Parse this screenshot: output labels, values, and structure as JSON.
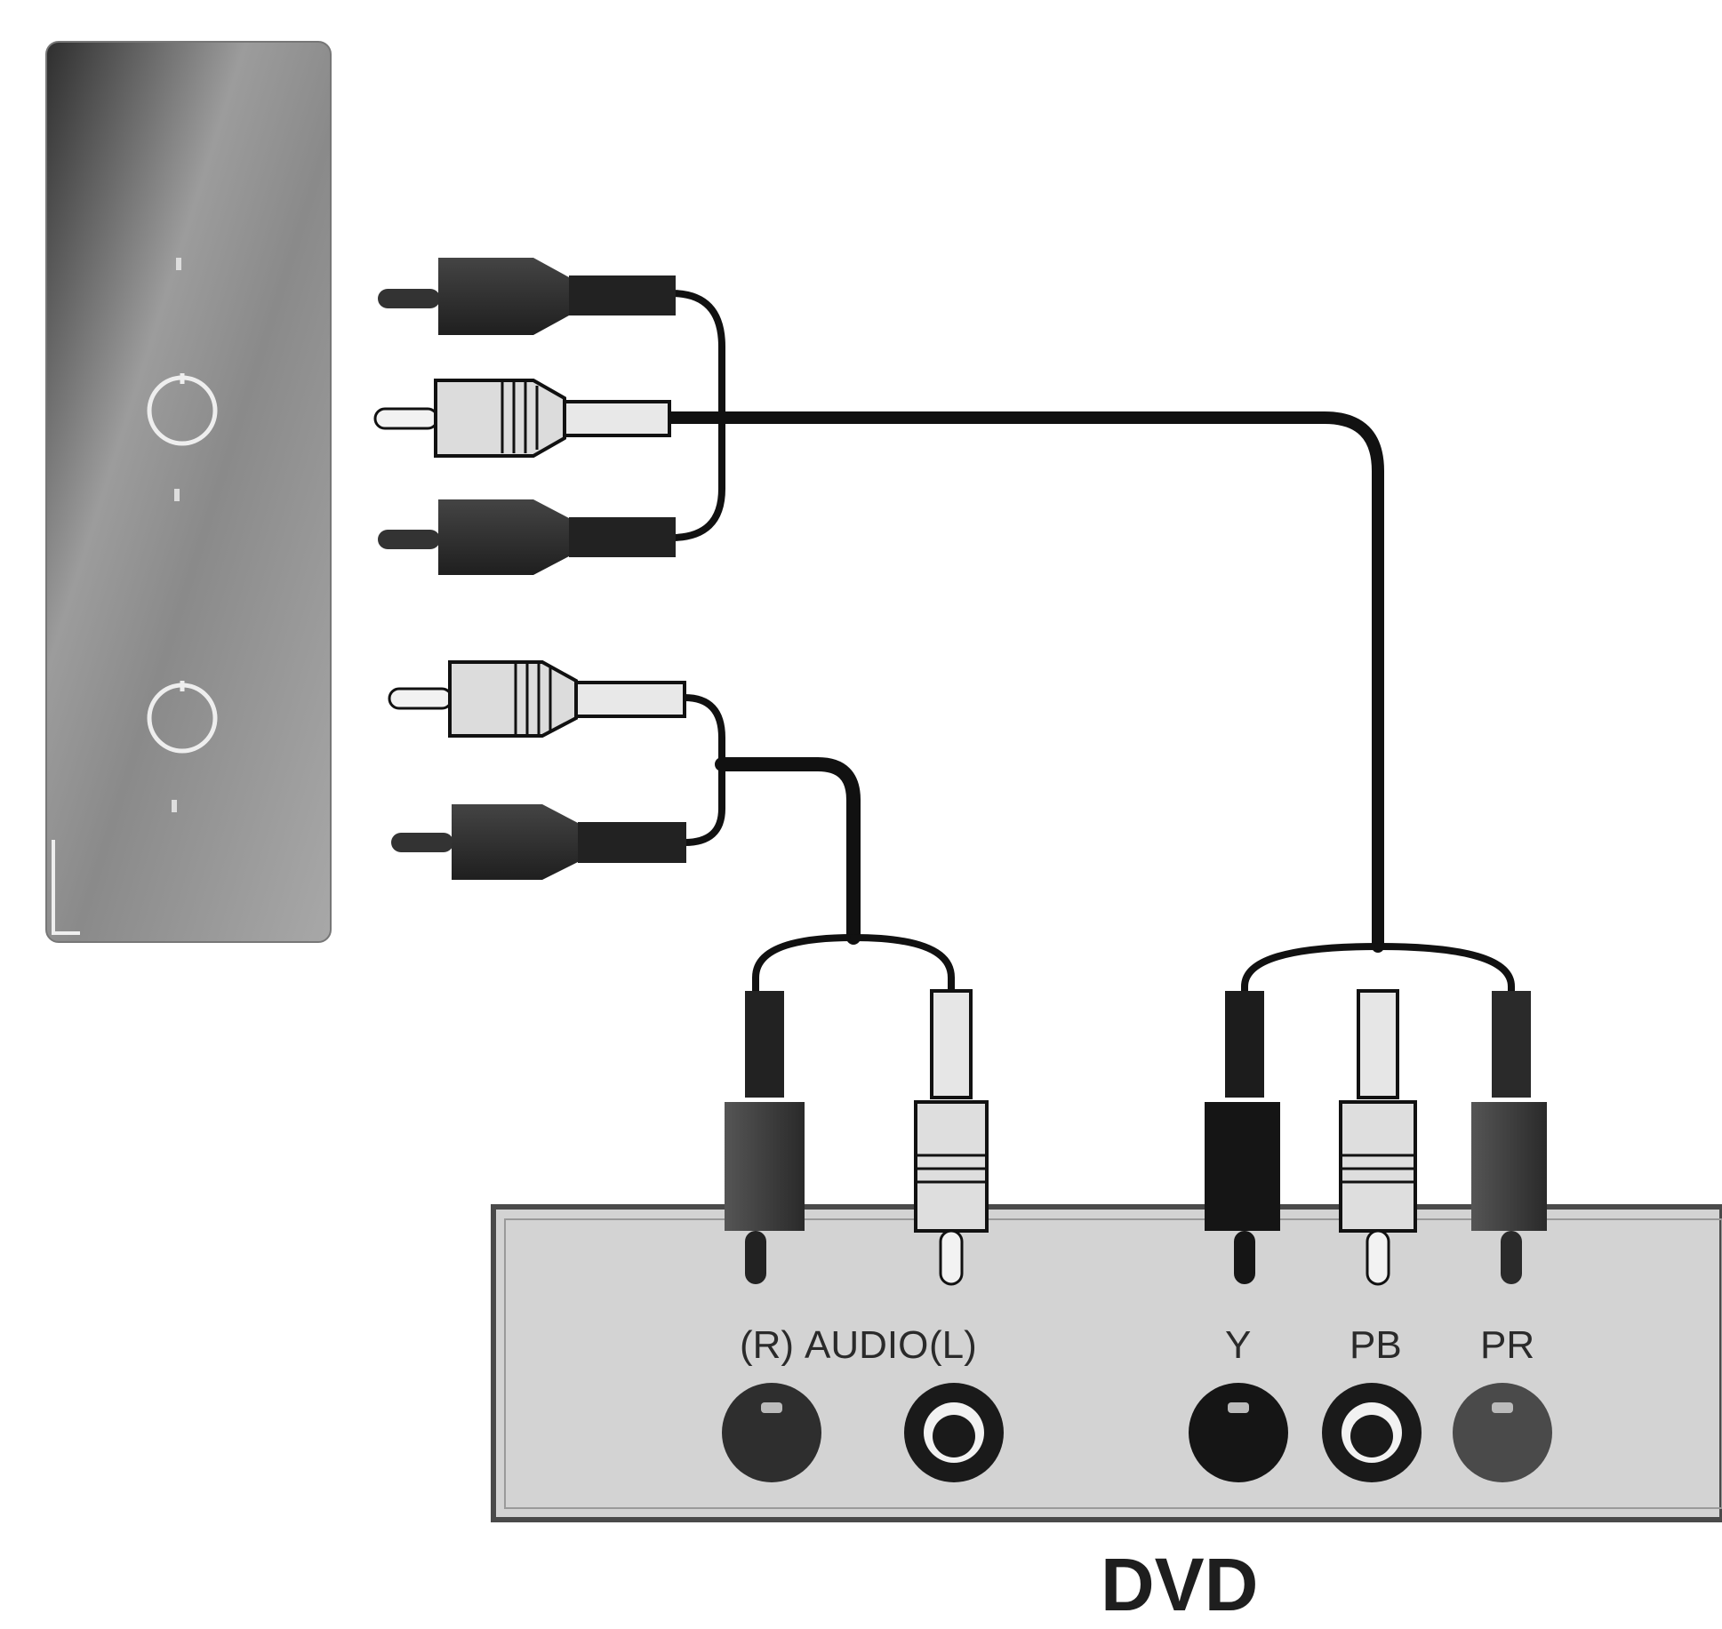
{
  "dvd": {
    "title": "DVD",
    "labels": {
      "audio_right": "(R)",
      "audio": "AUDIO",
      "audio_left": "(L)",
      "y": "Y",
      "pb": "PB",
      "pr": "PR"
    }
  },
  "colors": {
    "cable": "#111111",
    "dvd_panel": "#d3d3d3",
    "tv_panel_dark": "#3a3a3a",
    "tv_panel_light": "#b0b0b0",
    "plug_light": "#dcdcdc",
    "plug_dark": "#333333"
  }
}
